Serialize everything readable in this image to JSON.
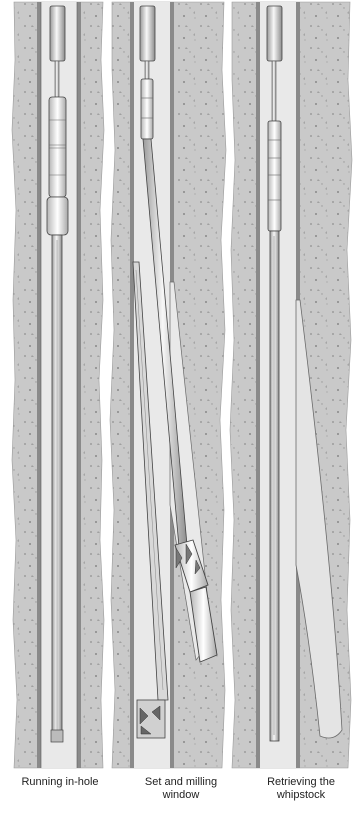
{
  "captions": {
    "panel_1": "Running in-hole",
    "panel_2": "Set and milling\nwindow",
    "panel_3": "Retrieving the\nwhipstock"
  },
  "colors": {
    "formation": "#c9c9c9",
    "borehole": "#e9e9e9",
    "casing": "#8a8a8a",
    "tool": "#f2f2f2",
    "outline": "#4a4a4a"
  }
}
